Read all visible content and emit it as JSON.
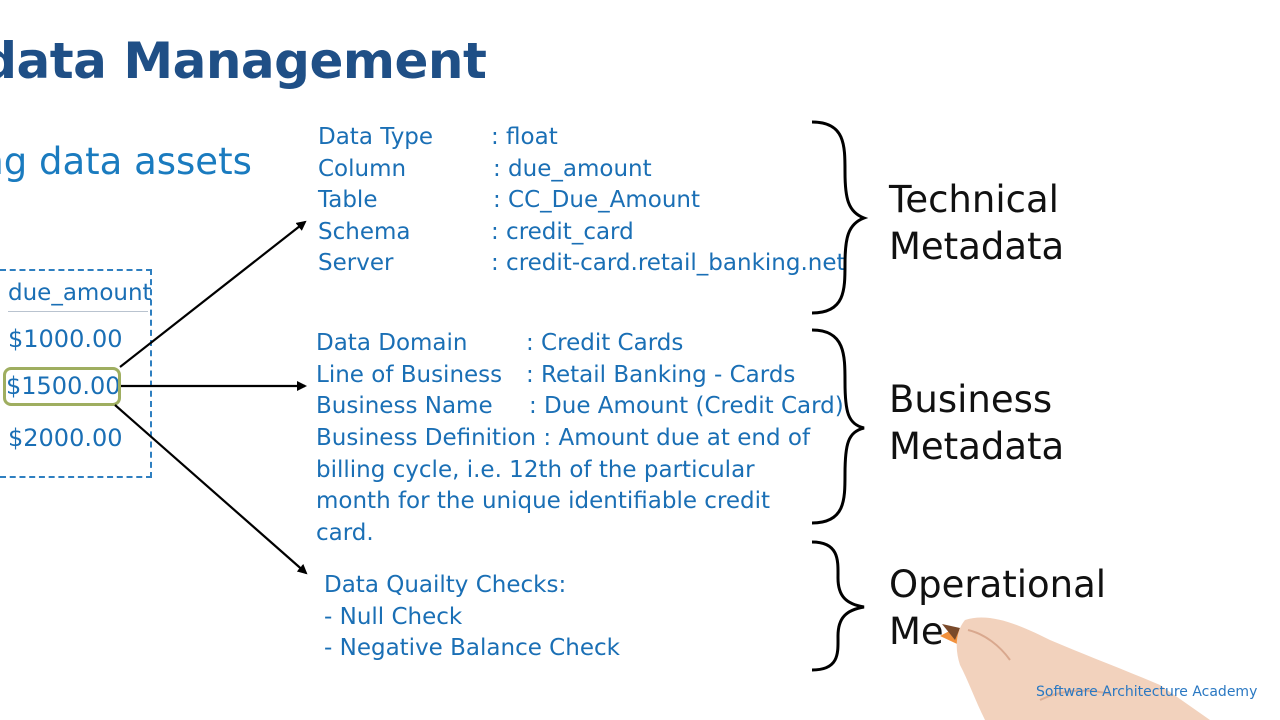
{
  "slide": {
    "title": "adata Management",
    "subtitle": "ing data assets"
  },
  "table": {
    "column": "due_amount",
    "rows": [
      "$1000.00",
      "$1500.00",
      "$2000.00"
    ],
    "highlighted_row": 1
  },
  "technical": {
    "fields": [
      {
        "key": "Data Type",
        "value": ": float"
      },
      {
        "key": "Column",
        "value": ": due_amount"
      },
      {
        "key": "Table",
        "value": ": CC_Due_Amount"
      },
      {
        "key": "Schema",
        "value": ": credit_card"
      },
      {
        "key": "Server",
        "value": ": credit-card.retail_banking.net"
      }
    ],
    "label_line1": "Technical",
    "label_line2": "Metadata"
  },
  "business": {
    "fields": [
      {
        "key": "Data Domain",
        "value": ": Credit Cards"
      },
      {
        "key": "Line of Business",
        "value": ": Retail Banking - Cards"
      },
      {
        "key": "Business Name",
        "value": ": Due Amount (Credit Card)"
      }
    ],
    "definition": "Business Definition : Amount due at end of billing cycle, i.e. 12th of the particular month for the unique identifiable credit card.",
    "label_line1": "Business",
    "label_line2": "Metadata"
  },
  "operational": {
    "heading": "Data Quailty Checks:",
    "checks": [
      "- Null Check",
      "- Negative Balance Check"
    ],
    "label_line1": "Operational",
    "label_line2": "Me"
  },
  "branding": {
    "text": "Software Architecture Academy"
  },
  "colors": {
    "title": "#1f4f86",
    "text_blue": "#1a6fb5",
    "highlight": "#9fae60"
  }
}
